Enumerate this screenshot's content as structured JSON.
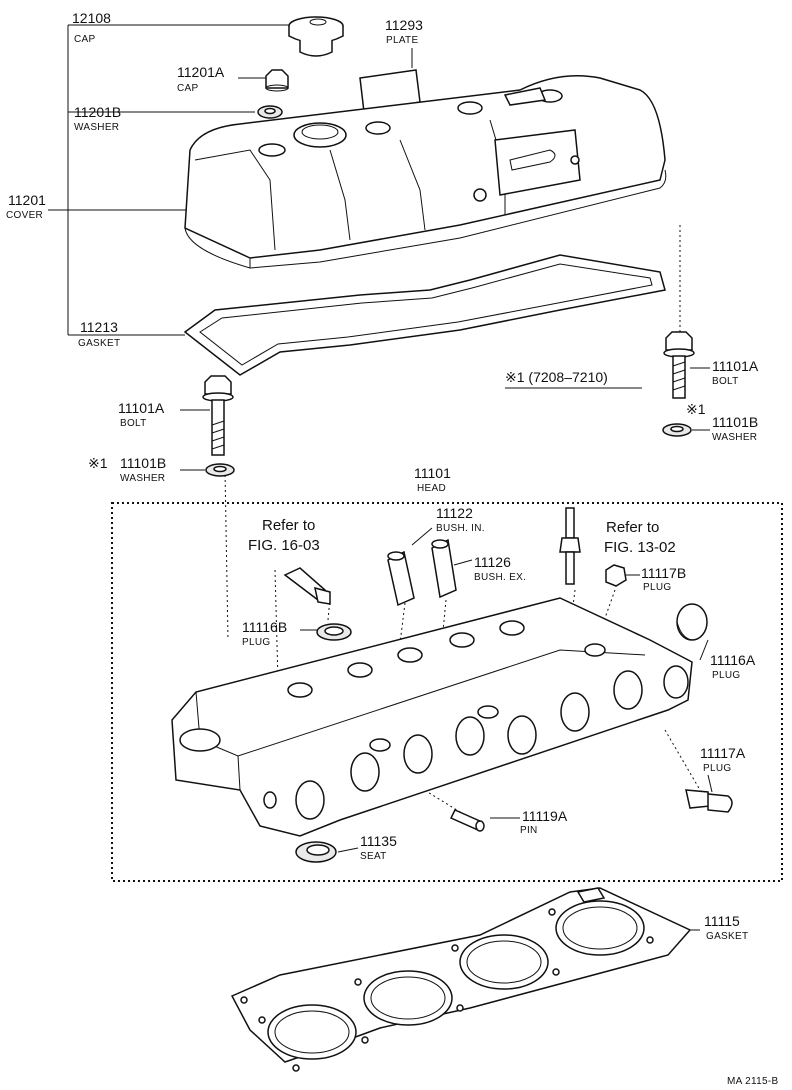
{
  "parts": [
    {
      "id": "p12108",
      "number": "12108",
      "name": "CAP"
    },
    {
      "id": "p11293",
      "number": "11293",
      "name": "PLATE"
    },
    {
      "id": "p11201a",
      "number": "11201A",
      "name": "CAP"
    },
    {
      "id": "p11201b",
      "number": "11201B",
      "name": "WASHER"
    },
    {
      "id": "p11201",
      "number": "11201",
      "name": "COVER"
    },
    {
      "id": "p11213",
      "number": "11213",
      "name": "GASKET"
    },
    {
      "id": "p11101a_r",
      "number": "11101A",
      "name": "BOLT"
    },
    {
      "id": "p11101b_r",
      "number": "11101B",
      "name": "WASHER"
    },
    {
      "id": "p11101a_l",
      "number": "11101A",
      "name": "BOLT"
    },
    {
      "id": "p11101b_l",
      "number": "11101B",
      "name": "WASHER"
    },
    {
      "id": "p11101",
      "number": "11101",
      "name": "HEAD"
    },
    {
      "id": "p11122",
      "number": "11122",
      "name": "BUSH. IN."
    },
    {
      "id": "p11126",
      "number": "11126",
      "name": "BUSH. EX."
    },
    {
      "id": "p11117b",
      "number": "11117B",
      "name": "PLUG"
    },
    {
      "id": "p11116b",
      "number": "11116B",
      "name": "PLUG"
    },
    {
      "id": "p11116a",
      "number": "11116A",
      "name": "PLUG"
    },
    {
      "id": "p11117a",
      "number": "11117A",
      "name": "PLUG"
    },
    {
      "id": "p11119a",
      "number": "11119A",
      "name": "PIN"
    },
    {
      "id": "p11135",
      "number": "11135",
      "name": "SEAT"
    },
    {
      "id": "p11115",
      "number": "11115",
      "name": "GASKET"
    }
  ],
  "references": {
    "left": {
      "line1": "Refer to",
      "line2": "FIG. 16-03"
    },
    "right": {
      "line1": "Refer to",
      "line2": "FIG. 13-02"
    }
  },
  "markers": {
    "serial_note": "※1 (7208–7210)",
    "mark_right": "※1",
    "mark_left": "※1"
  },
  "footer": {
    "code": "MA  2115-B"
  }
}
